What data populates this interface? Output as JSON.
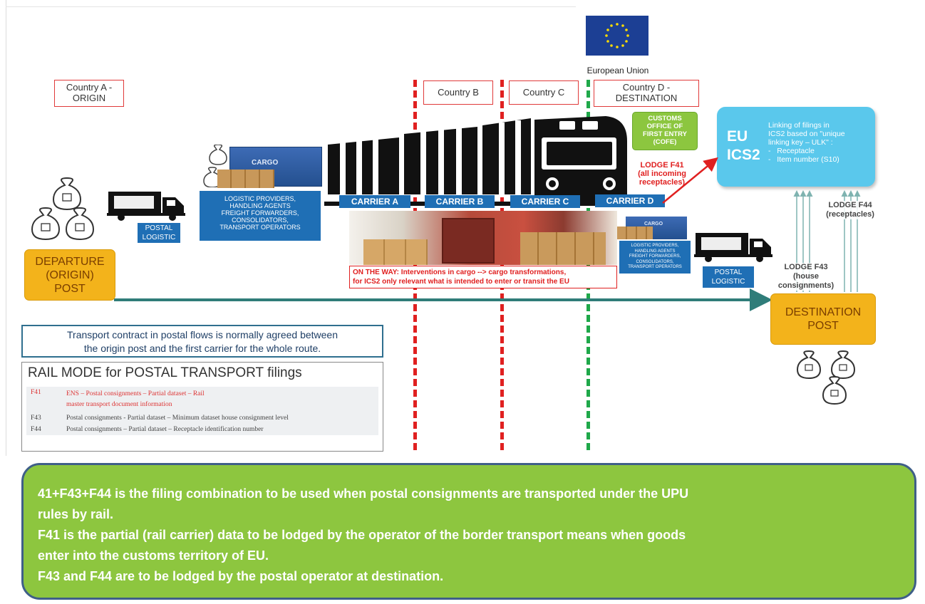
{
  "eu": {
    "label": "European Union"
  },
  "countries": {
    "a_line1": "Country A -",
    "a_line2": "ORIGIN",
    "b": "Country B",
    "c": "Country C",
    "d_line1": "Country D -",
    "d_line2": "DESTINATION"
  },
  "cargo": {
    "container_label": "CARGO",
    "providers_lines": [
      "LOGISTIC PROVIDERS,",
      "HANDLING AGENTS",
      "FREIGHT FORWARDERS,",
      "CONSOLIDATORS,",
      "TRANSPORT OPERATORS"
    ],
    "small_container_label": "CARGO",
    "small_providers_lines": [
      "LOGISTIC PROVIDERS,",
      "HANDLING AGENTS",
      "FREIGHT FORWARDERS,",
      "CONSOLIDATORS,",
      "TRANSPORT OPERATORS"
    ]
  },
  "postal_logistic_left": {
    "line1": "POSTAL",
    "line2": "LOGISTIC"
  },
  "postal_logistic_right": {
    "line1": "POSTAL",
    "line2": "LOGISTIC"
  },
  "carriers": [
    "CARRIER A",
    "CARRIER B",
    "CARRIER C",
    "CARRIER D"
  ],
  "cofe": {
    "lines": [
      "CUSTOMS",
      "OFFICE OF",
      "FIRST ENTRY",
      "(COFE)"
    ]
  },
  "lodge_f41": {
    "line1": "LODGE F41",
    "line2": "(all incoming",
    "line3": "receptacles)"
  },
  "ics2": {
    "title1": "EU",
    "title2": "ICS2",
    "desc_lines": [
      "Linking of filings  in",
      "ICS2 based on \"unique",
      "linking key – ULK\" :"
    ],
    "bullets": [
      "Receptacle",
      "Item number (S10)"
    ]
  },
  "lodge_f44": {
    "line1": "LODGE F44",
    "line2": "(receptacles)"
  },
  "lodge_f43": {
    "line1": "LODGE F43",
    "line2": "(house",
    "line3": "consignments)"
  },
  "departure": {
    "line1": "DEPARTURE",
    "line2": "(ORIGIN)",
    "line3": "POST"
  },
  "destination": {
    "line1": "DESTINATION",
    "line2": "POST"
  },
  "on_the_way": {
    "bold": "ON THE WAY:",
    "line1_rest": " Interventions in cargo --> cargo transformations,",
    "line2": "for ICS2 only relevant what is intended to enter or transit the EU"
  },
  "contract_note": {
    "line1": "Transport contract in postal flows is normally agreed between",
    "line2": "the origin post and the first carrier for the whole route."
  },
  "rail_table": {
    "title": "RAIL MODE for POSTAL TRANSPORT filings",
    "rows": [
      {
        "code": "F41",
        "desc1": "ENS – Postal consignments – Partial dataset – Rail",
        "desc2": "master transport document information"
      },
      {
        "code": "F43",
        "desc1": "Postal consignments  - Partial dataset – Minimum dataset house consignment level",
        "desc2": ""
      },
      {
        "code": "F44",
        "desc1": "Postal consignments – Partial dataset – Receptacle identification number",
        "desc2": ""
      }
    ]
  },
  "summary": {
    "line1": "41+F43+F44 is the filing combination to be used when postal consignments are transported under the UPU",
    "line2": "rules by rail.",
    "line3": "F41 is the partial (rail carrier) data to be lodged by the operator of the border transport means when goods",
    "line4": "enter into the customs territory of EU.",
    "line5": "F43 and F44 are to be lodged by the postal operator at destination."
  },
  "colors": {
    "accent_blue": "#1f6fb5",
    "post_orange": "#f3b31b",
    "cofe_green": "#8cc63f",
    "ics2_blue": "#5ac8ec",
    "summary_green": "#8dc63f",
    "border_red": "#e02020",
    "border_green": "#1fa84a",
    "flow_teal": "#2f7d79"
  }
}
